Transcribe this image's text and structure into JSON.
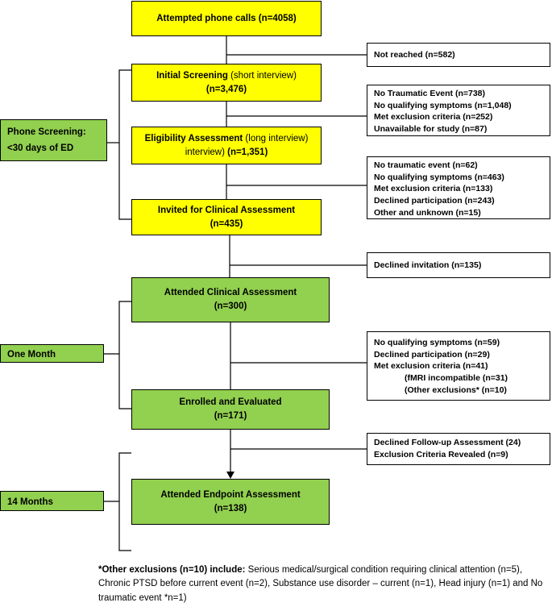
{
  "main_boxes": {
    "attempted": {
      "title": "Attempted phone calls (n=4058)"
    },
    "initial": {
      "title": "Initial Screening",
      "title_extra": " (short interview)",
      "count": "(n=3,476)"
    },
    "eligibility": {
      "title": "Eligibility Assessment",
      "title_extra": " (long interview)",
      "count": "(n=1,351)"
    },
    "invited": {
      "title": "Invited for Clinical Assessment",
      "count": "(n=435)"
    },
    "attended_clinical": {
      "title": "Attended Clinical Assessment",
      "count": "(n=300)"
    },
    "enrolled": {
      "title": "Enrolled and Evaluated",
      "count": "(n=171)"
    },
    "endpoint": {
      "title": "Attended Endpoint Assessment",
      "count": "(n=138)"
    }
  },
  "exclusion_boxes": {
    "not_reached": [
      "Not reached (n=582)"
    ],
    "initial_excl": [
      "No Traumatic Event (n=738)",
      "No qualifying symptoms (n=1,048)",
      "Met exclusion criteria (n=252)",
      "Unavailable for study (n=87)"
    ],
    "eligibility_excl": [
      "No traumatic event (n=62)",
      "No qualifying symptoms (n=463)",
      "Met exclusion criteria (n=133)",
      "Declined participation (n=243)",
      "Other and unknown (n=15)"
    ],
    "declined_invitation": [
      "Declined invitation (n=135)"
    ],
    "clinical_excl": [
      "No qualifying symptoms (n=59)",
      "Declined participation (n=29)",
      "Met exclusion criteria (n=41)"
    ],
    "clinical_excl_sub": [
      "(fMRI incompatible (n=31)",
      "(Other exclusions* (n=10)"
    ],
    "followup_excl": [
      "Declined Follow-up Assessment  (24)",
      "Exclusion Criteria Revealed (n=9)"
    ]
  },
  "stages": {
    "phone": [
      "Phone Screening:",
      "<30 days of ED"
    ],
    "one_month": "One Month",
    "fourteen_months": "14 Months"
  },
  "footnote": {
    "bold": "*Other exclusions (n=10) include:",
    "text": " Serious medical/surgical condition requiring clinical attention (n=5), Chronic PTSD before current event (n=2), Substance use disorder – current (n=1), Head injury (n=1) and No traumatic event *n=1)"
  },
  "colors": {
    "yellow": "#ffff00",
    "green": "#92d050",
    "line": "#000000"
  }
}
